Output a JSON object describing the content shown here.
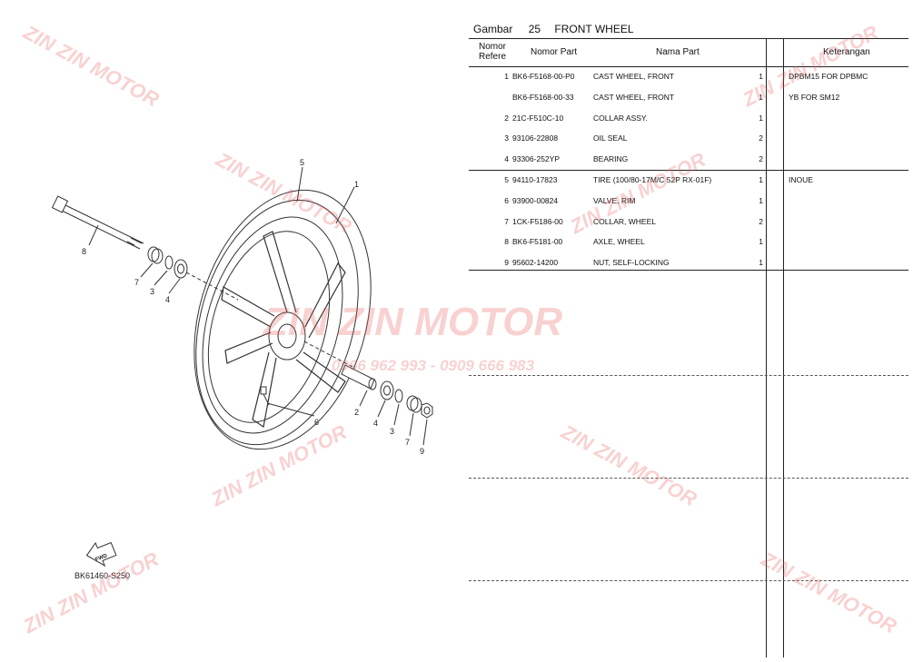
{
  "header": {
    "gambar_label": "Gambar",
    "gambar_number": "25",
    "title": "FRONT WHEEL"
  },
  "columns": {
    "nomor_refere": "Nomor Refere",
    "nomor_part": "Nomor Part",
    "nama_part": "Nama Part",
    "keterangan": "Keterangan"
  },
  "parts": [
    {
      "ref": "1",
      "part_no": "BK6-F5168-00-P0",
      "name": "CAST WHEEL, FRONT",
      "qty": "1",
      "note": "DPBM15 FOR DPBMC"
    },
    {
      "ref": "",
      "part_no": "BK6-F5168-00-33",
      "name": "CAST WHEEL, FRONT",
      "qty": "1",
      "note": "YB FOR SM12"
    },
    {
      "ref": "2",
      "part_no": "21C-F510C-10",
      "name": "COLLAR ASSY.",
      "qty": "1",
      "note": ""
    },
    {
      "ref": "3",
      "part_no": "93106-22808",
      "name": "OIL SEAL",
      "qty": "2",
      "note": ""
    },
    {
      "ref": "4",
      "part_no": "93306-252YP",
      "name": "BEARING",
      "qty": "2",
      "note": ""
    },
    {
      "ref": "5",
      "part_no": "94110-17823",
      "name": "TIRE (100/80-17M/C 52P RX-01F)",
      "qty": "1",
      "note": "INOUE"
    },
    {
      "ref": "6",
      "part_no": "93900-00824",
      "name": "VALVE, RIM",
      "qty": "1",
      "note": ""
    },
    {
      "ref": "7",
      "part_no": "1CK-F5186-00",
      "name": "COLLAR, WHEEL",
      "qty": "2",
      "note": ""
    },
    {
      "ref": "8",
      "part_no": "BK6-F5181-00",
      "name": "AXLE, WHEEL",
      "qty": "1",
      "note": ""
    },
    {
      "ref": "9",
      "part_no": "95602-14200",
      "name": "NUT, SELF-LOCKING",
      "qty": "1",
      "note": ""
    }
  ],
  "diagram": {
    "callouts": [
      "5",
      "1",
      "8",
      "7",
      "3",
      "4",
      "2",
      "4",
      "3",
      "7",
      "9",
      "6"
    ],
    "fwd_label": "FWD",
    "drawing_code": "BK61460-S250"
  },
  "watermark": {
    "brand": "ZIN ZIN MOTOR",
    "phone": "0966 962 993 - 0909 666 983",
    "color": "#e85a5a"
  }
}
